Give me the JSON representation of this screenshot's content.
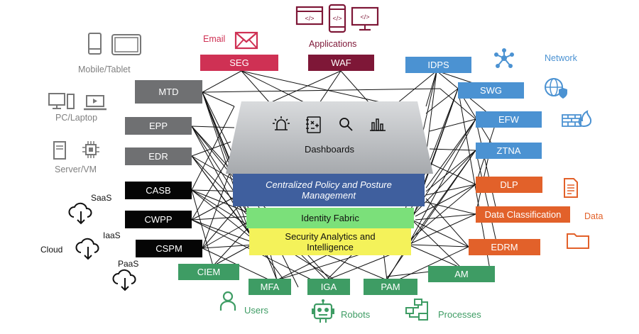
{
  "categories": {
    "mobile": "Mobile/Tablet",
    "pc": "PC/Laptop",
    "server": "Server/VM",
    "saas": "SaaS",
    "iaas": "IaaS",
    "cloud": "Cloud",
    "paas": "PaaS",
    "email": "Email",
    "applications": "Applications",
    "network": "Network",
    "data": "Data",
    "users": "Users",
    "robots": "Robots",
    "processes": "Processes"
  },
  "left_nodes": [
    "MTD",
    "EPP",
    "EDR",
    "CASB",
    "CWPP",
    "CSPM"
  ],
  "top_nodes": {
    "seg": "SEG",
    "waf": "WAF"
  },
  "right_nodes": {
    "idps": "IDPS",
    "swg": "SWG",
    "efw": "EFW",
    "ztna": "ZTNA",
    "dlp": "DLP",
    "data_classification": "Data Classification",
    "edrm": "EDRM"
  },
  "bottom_nodes": {
    "ciem": "CIEM",
    "mfa": "MFA",
    "iga": "IGA",
    "pam": "PAM",
    "am": "AM"
  },
  "layers": {
    "dashboards": "Dashboards",
    "policy_line1": "Centralized Policy and Posture",
    "policy_line2": "Management",
    "identity": "Identity Fabric",
    "analytics_line1": "Security Analytics and",
    "analytics_line2": "Intelligence"
  },
  "colors": {
    "gray": "#6f7072",
    "black": "#050505",
    "green": "#3e9c64",
    "blue": "#4b92d2",
    "orange": "#e2612a",
    "crimson": "#cf3154",
    "wine": "#7e1737",
    "dashboards": "#b9bcbf",
    "policy": "#3f5f9e",
    "identity": "#7be07a",
    "analytics": "#f4f25a"
  },
  "icons": [
    "siren-icon",
    "report-icon",
    "search-icon",
    "bar-chart-icon",
    "envelope-icon",
    "code-window-icon",
    "code-phone-icon",
    "code-monitor-icon",
    "network-hub-icon",
    "shield-globe-icon",
    "firewall-icon",
    "document-icon",
    "folder-icon",
    "phone-icon",
    "tablet-icon",
    "desktop-icon",
    "laptop-icon",
    "server-icon",
    "chip-icon",
    "cloud-download-icon",
    "user-icon",
    "robot-icon",
    "process-flow-icon"
  ]
}
